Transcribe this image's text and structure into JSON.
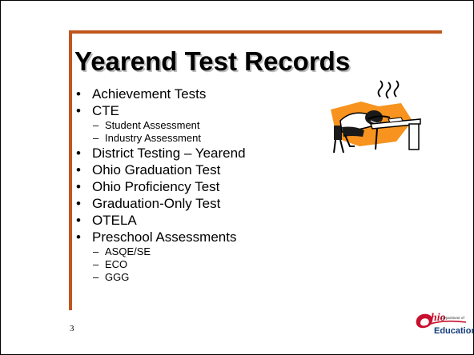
{
  "slide": {
    "title": "Yearend Test Records",
    "page_number": "3",
    "items": [
      {
        "label": "Achievement Tests",
        "subitems": []
      },
      {
        "label": "CTE",
        "subitems": [
          "Student Assessment",
          "Industry Assessment"
        ]
      },
      {
        "label": "District Testing – Yearend",
        "subitems": []
      },
      {
        "label": "Ohio Graduation Test",
        "subitems": []
      },
      {
        "label": "Ohio Proficiency Test",
        "subitems": []
      },
      {
        "label": "Graduation-Only Test",
        "subitems": []
      },
      {
        "label": "OTELA",
        "subitems": []
      },
      {
        "label": "Preschool Assessments",
        "subitems": [
          "ASQE/SE",
          "ECO",
          "GGG"
        ]
      }
    ]
  },
  "logo": {
    "script_text": "hio",
    "department_line1": "Department of",
    "education_text": "Education"
  },
  "colors": {
    "accent": "#c0561d",
    "clipart_orange": "#f7931e",
    "logo_red": "#c8102e",
    "logo_blue": "#123a7a"
  }
}
